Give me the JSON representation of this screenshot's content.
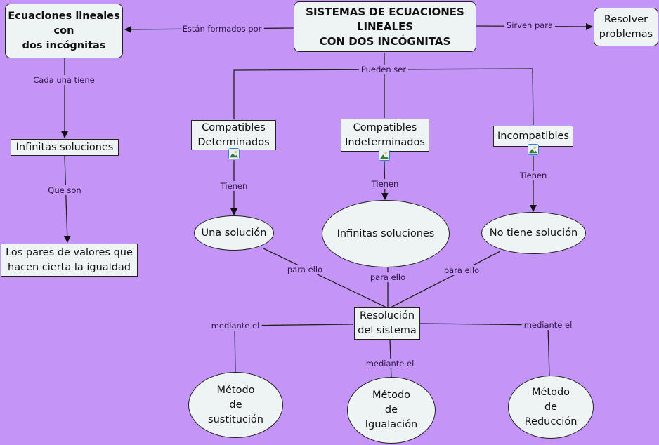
{
  "title": "Mapa conceptual: Sistemas de ecuaciones lineales con dos incógnitas",
  "colors": {
    "background": "#c495f7",
    "node_fill": "#eef4f4",
    "node_border": "#222222",
    "line": "#222222",
    "label_text": "#2a1640",
    "image_icon_border": "#3a7bd5"
  },
  "nodes": {
    "root": "SISTEMAS DE ECUACIONES\nLINEALES\nCON DOS INCÓGNITAS",
    "ecuaciones": "Ecuaciones lineales\ncon\ndos incógnitas",
    "resolver": "Resolver\nproblemas",
    "infinitas_left": "Infinitas soluciones",
    "pares": "Los pares de valores que\nhacen cierta la igualdad",
    "comp_det": "Compatibles\nDeterminados",
    "comp_indet": "Compatibles\nIndeterminados",
    "incompat": "Incompatibles",
    "una_sol": "Una solución",
    "inf_sol": "Infinitas soluciones",
    "no_sol": "No tiene solución",
    "resolucion": "Resolución\ndel sistema",
    "sustitucion": "Método\nde\nsustitución",
    "igualacion": "Método\nde\nIgualación",
    "reduccion": "Método\nde\nReducción"
  },
  "link_labels": {
    "estan_formados": "Están formados por",
    "sirven_para": "Sirven para",
    "cada_una": "Cada una tiene",
    "que_son": "Que son",
    "pueden_ser": "Pueden ser",
    "tienen_1": "Tienen",
    "tienen_2": "Tienen",
    "tienen_3": "Tienen",
    "para_ello_1": "para ello",
    "para_ello_2": "para ello",
    "para_ello_3": "para ello",
    "mediante_1": "mediante el",
    "mediante_2": "mediante el",
    "mediante_3": "mediante el"
  },
  "icons": {
    "attached_image": "image-resource-icon"
  }
}
